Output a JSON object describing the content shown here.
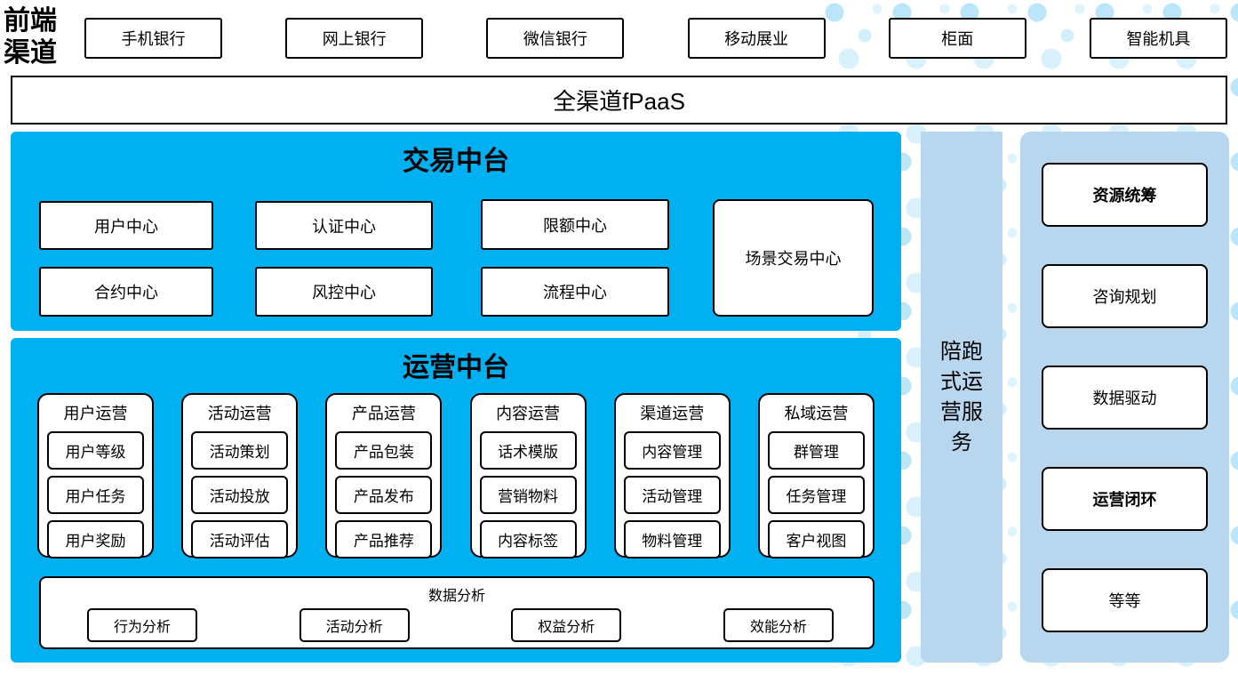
{
  "front_channels": {
    "label": "前端渠道",
    "items": [
      "手机银行",
      "网上银行",
      "微信银行",
      "移动展业",
      "柜面",
      "智能机具"
    ]
  },
  "fpaas": {
    "label": "全渠道fPaaS"
  },
  "trade_platform": {
    "title": "交易中台",
    "boxes": [
      "用户中心",
      "认证中心",
      "限额中心",
      "合约中心",
      "风控中心",
      "流程中心"
    ],
    "tall_box": "场景交易中心"
  },
  "ops_platform": {
    "title": "运营中台",
    "groups": [
      {
        "title": "用户运营",
        "items": [
          "用户等级",
          "用户任务",
          "用户奖励"
        ]
      },
      {
        "title": "活动运营",
        "items": [
          "活动策划",
          "活动投放",
          "活动评估"
        ]
      },
      {
        "title": "产品运营",
        "items": [
          "产品包装",
          "产品发布",
          "产品推荐"
        ]
      },
      {
        "title": "内容运营",
        "items": [
          "话术模版",
          "营销物料",
          "内容标签"
        ]
      },
      {
        "title": "渠道运营",
        "items": [
          "内容管理",
          "活动管理",
          "物料管理"
        ]
      },
      {
        "title": "私域运营",
        "items": [
          "群管理",
          "任务管理",
          "客户视图"
        ]
      }
    ],
    "analytics": {
      "title": "数据分析",
      "items": [
        "行为分析",
        "活动分析",
        "权益分析",
        "效能分析"
      ]
    }
  },
  "side_strip": {
    "label": "陪跑式运营服务"
  },
  "right_panel": {
    "items": [
      {
        "label": "资源统筹",
        "bold": true
      },
      {
        "label": "咨询规划",
        "bold": false
      },
      {
        "label": "数据驱动",
        "bold": false
      },
      {
        "label": "运营闭环",
        "bold": true
      },
      {
        "label": "等等",
        "bold": false
      }
    ]
  },
  "colors": {
    "primary_blue": "#00B0F0",
    "light_blue": "#B8D7EF",
    "dot_blue": "#BCE4F8"
  }
}
